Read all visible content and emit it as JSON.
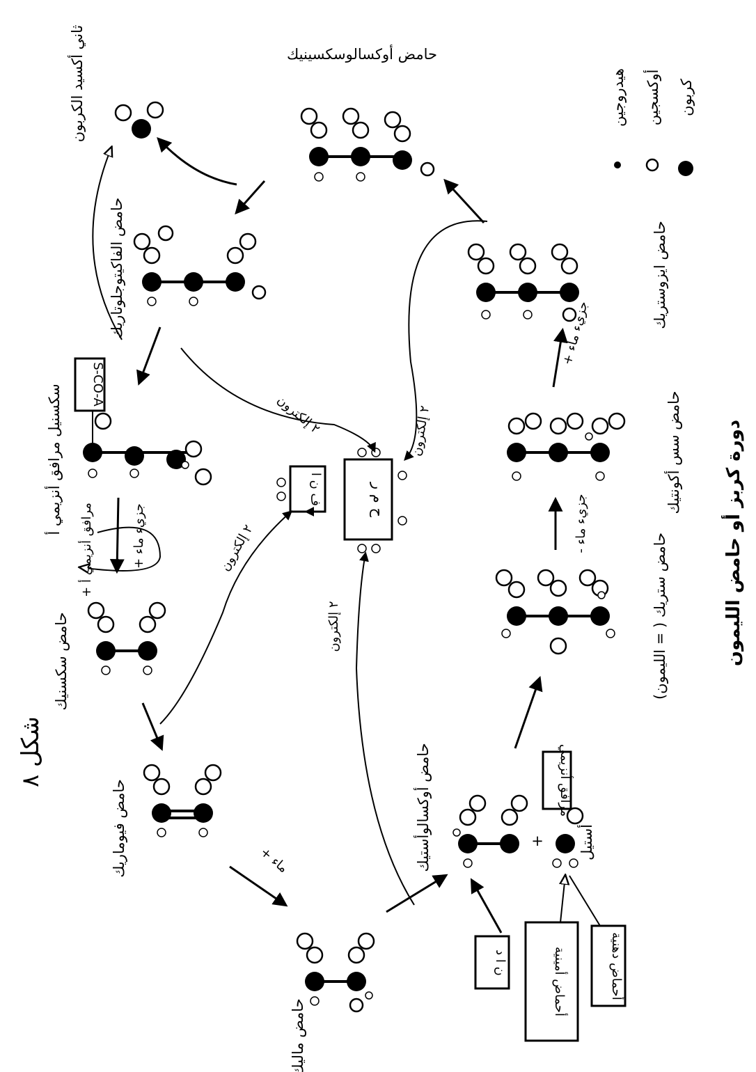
{
  "title": "دورة كربز أو حامض الليمون",
  "figure_label": "شكل ٨",
  "legend": {
    "items": [
      {
        "symbol": "large-black",
        "label": "كربون"
      },
      {
        "symbol": "white",
        "label": "أوكسجين"
      },
      {
        "symbol": "small-black",
        "label": "هيدروجين"
      }
    ]
  },
  "compounds": {
    "citric": "حامض ستريك ( = الليمون)",
    "cis_aconitic": "حامض سس أكونتيك",
    "isocitric": "حامض ايزوستريك",
    "oxalosuccinic": "حامض أوكسالوسكسينيك",
    "alpha_ketoglutaric": "حامض الفاكيتوجلوتاريك",
    "succinyl": "سكسنيل مرافق أنزيمي أ",
    "succinic": "حامض سكسنيك",
    "fumaric": "حامض فيوماريك",
    "malic": "حامض ماليك",
    "oxaloacetic": "حامض أوكسالوأستيك",
    "acetyl": "أستيل",
    "carbon_dioxide": "ثاني أكسيد الكربون"
  },
  "boxes": {
    "coa": "S-CO-A",
    "coenzyme": "مرافق أنزيمي",
    "center_main": "ح م ر",
    "center_small": "ف ن ا",
    "fats": "أحماض دهنية",
    "amino": "أحماض أمينية",
    "carbs": "ن ا د"
  },
  "reactions": {
    "plus_water_1": "+ جزيء ماء",
    "minus_water": "- جزيء ماء",
    "plus_water_2": "+ جزيء ماء",
    "plus_water_3": "+ ماء",
    "plus_coenzyme": "+ مرافق أنزيمي أ",
    "electrons_1": "٢ إلكترون",
    "electrons_2": "٢ إلكترون",
    "electrons_3": "٢ إلكترون",
    "electrons_4": "٢ إلكترون",
    "plus_sign": "+"
  }
}
